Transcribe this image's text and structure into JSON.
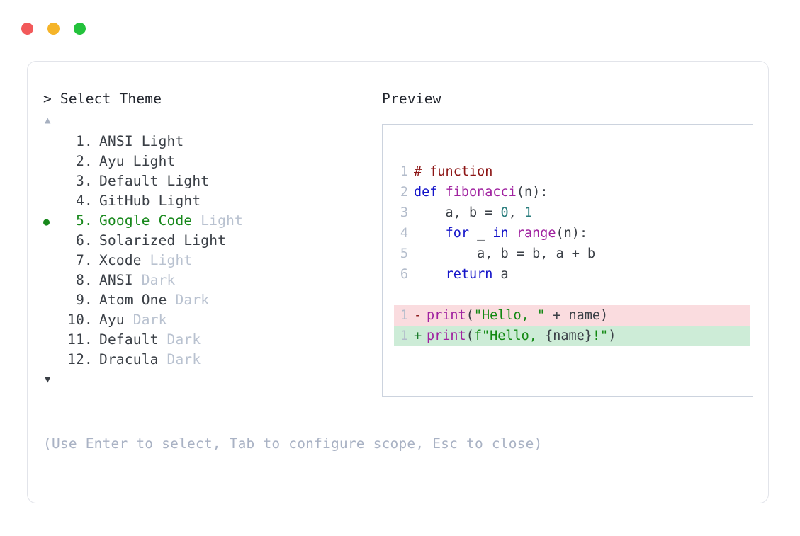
{
  "window": {
    "dots": [
      {
        "name": "close-dot",
        "color": "#f2595a"
      },
      {
        "name": "minimize-dot",
        "color": "#f5b429"
      },
      {
        "name": "maximize-dot",
        "color": "#23c23c"
      }
    ]
  },
  "prompt": {
    "chevron": ">",
    "label": "Select Theme"
  },
  "scroll": {
    "up": "▲",
    "down": "▼"
  },
  "selected_bullet": "●",
  "themes": [
    {
      "index": "1.",
      "name": "ANSI",
      "suffix": "Light",
      "suffix_strong": true,
      "selected": false
    },
    {
      "index": "2.",
      "name": "Ayu",
      "suffix": "Light",
      "suffix_strong": true,
      "selected": false
    },
    {
      "index": "3.",
      "name": "Default",
      "suffix": "Light",
      "suffix_strong": true,
      "selected": false
    },
    {
      "index": "4.",
      "name": "GitHub",
      "suffix": "Light",
      "suffix_strong": true,
      "selected": false
    },
    {
      "index": "5.",
      "name": "Google Code",
      "suffix": "Light",
      "suffix_strong": false,
      "selected": true
    },
    {
      "index": "6.",
      "name": "Solarized",
      "suffix": "Light",
      "suffix_strong": true,
      "selected": false
    },
    {
      "index": "7.",
      "name": "Xcode",
      "suffix": "Light",
      "suffix_strong": false,
      "selected": false
    },
    {
      "index": "8.",
      "name": "ANSI",
      "suffix": "Dark",
      "suffix_strong": false,
      "selected": false
    },
    {
      "index": "9.",
      "name": "Atom One",
      "suffix": "Dark",
      "suffix_strong": false,
      "selected": false
    },
    {
      "index": "10.",
      "name": "Ayu",
      "suffix": "Dark",
      "suffix_strong": false,
      "selected": false
    },
    {
      "index": "11.",
      "name": "Default",
      "suffix": "Dark",
      "suffix_strong": false,
      "selected": false
    },
    {
      "index": "12.",
      "name": "Dracula",
      "suffix": "Dark",
      "suffix_strong": false,
      "selected": false
    }
  ],
  "footer": {
    "hint": "(Use Enter to select, Tab to configure scope, Esc to close)"
  },
  "preview": {
    "label": "Preview",
    "code_lines": [
      {
        "num": "1",
        "tokens": [
          {
            "t": "# function",
            "c": "tok-comment"
          }
        ]
      },
      {
        "num": "2",
        "tokens": [
          {
            "t": "def ",
            "c": "tok-keyword"
          },
          {
            "t": "fibonacci",
            "c": "tok-func"
          },
          {
            "t": "(n):",
            "c": "tok-punct"
          }
        ]
      },
      {
        "num": "3",
        "tokens": [
          {
            "t": "    a, b = ",
            "c": "tok-plain"
          },
          {
            "t": "0",
            "c": "tok-number"
          },
          {
            "t": ", ",
            "c": "tok-plain"
          },
          {
            "t": "1",
            "c": "tok-number"
          }
        ]
      },
      {
        "num": "4",
        "tokens": [
          {
            "t": "    ",
            "c": "tok-plain"
          },
          {
            "t": "for",
            "c": "tok-keyword"
          },
          {
            "t": " _ ",
            "c": "tok-plain"
          },
          {
            "t": "in",
            "c": "tok-keyword"
          },
          {
            "t": " ",
            "c": "tok-plain"
          },
          {
            "t": "range",
            "c": "tok-builtin"
          },
          {
            "t": "(n):",
            "c": "tok-punct"
          }
        ]
      },
      {
        "num": "5",
        "tokens": [
          {
            "t": "        a, b = b, a + b",
            "c": "tok-plain"
          }
        ]
      },
      {
        "num": "6",
        "tokens": [
          {
            "t": "    ",
            "c": "tok-plain"
          },
          {
            "t": "return",
            "c": "tok-keyword"
          },
          {
            "t": " a",
            "c": "tok-plain"
          }
        ]
      }
    ],
    "diff_lines": [
      {
        "num": "1",
        "kind": "removed",
        "marker": "-",
        "tokens": [
          {
            "t": "print",
            "c": "tok-builtin"
          },
          {
            "t": "(",
            "c": "tok-punct"
          },
          {
            "t": "\"Hello, \"",
            "c": "tok-string"
          },
          {
            "t": " + name)",
            "c": "tok-plain"
          }
        ]
      },
      {
        "num": "1",
        "kind": "added",
        "marker": "+",
        "tokens": [
          {
            "t": "print",
            "c": "tok-builtin"
          },
          {
            "t": "(",
            "c": "tok-punct"
          },
          {
            "t": "f\"Hello, ",
            "c": "tok-string"
          },
          {
            "t": "{name}",
            "c": "tok-plain"
          },
          {
            "t": "!\"",
            "c": "tok-string"
          },
          {
            "t": ")",
            "c": "tok-punct"
          }
        ]
      }
    ]
  },
  "colors": {
    "accent_green": "#17881b",
    "muted": "#b9c2d0",
    "text": "#3a3f46",
    "diff_removed_bg": "#fadcdf",
    "diff_added_bg": "#cdecd7",
    "panel_border": "#ccd3de",
    "card_border": "#e2e4ea"
  }
}
